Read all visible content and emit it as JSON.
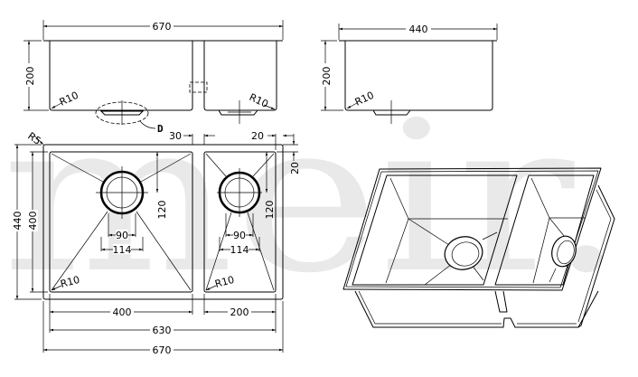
{
  "watermark": "meir.",
  "side_view_double": {
    "width": "670",
    "height": "200",
    "radius_left": "R10",
    "radius_right": "R10",
    "detail_label": "D"
  },
  "side_view_single": {
    "width": "440",
    "height": "200",
    "radius": "R10"
  },
  "plan_view": {
    "corner_radius": "R5",
    "divider": "30",
    "rim_right": "20",
    "rim_top": "20",
    "overall_depth": "440",
    "bowl_depth": "400",
    "left_bowl": {
      "width": "400",
      "drain_offset": "120",
      "drain_inner": "90",
      "drain_outer": "114",
      "radius": "R10"
    },
    "right_bowl": {
      "width": "200",
      "drain_offset": "120",
      "drain_inner": "90",
      "drain_outer": "114",
      "radius": "R10"
    },
    "inner_total": "630",
    "overall_width": "670"
  }
}
